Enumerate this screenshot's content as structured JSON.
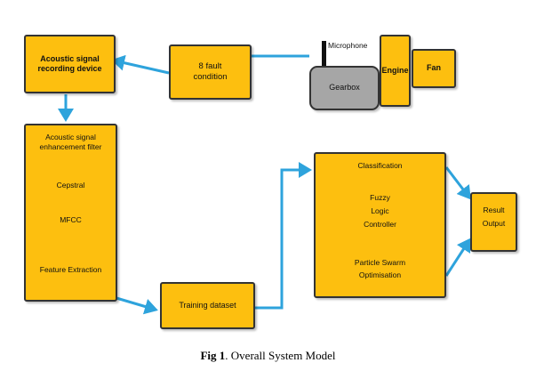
{
  "colors": {
    "box_fill": "#fdbf0f",
    "box_border": "#333333",
    "gearbox_fill": "#a6a6a6",
    "arrow": "#2ea3dc",
    "line": "#2ea3dc",
    "microphone": "#111111"
  },
  "nodes": {
    "acoustic_recording": "Acoustic signal recording device",
    "fault_condition": "8 fault condition",
    "microphone": "Microphone",
    "gearbox": "Gearbox",
    "engine": "Engine",
    "fan": "Fan",
    "enhancement_filter": "Acoustic signal enhancement filter",
    "cepstral": "Cepstral",
    "mfcc": "MFCC",
    "feature_extraction": "Feature Extraction",
    "training_dataset": "Training dataset",
    "classification": "Classification",
    "fuzzy": "Fuzzy",
    "logic": "Logic",
    "controller": "Controller",
    "pso_1": "Particle Swarm",
    "pso_2": "Optimisation",
    "result": "Result",
    "output": "Output"
  },
  "caption": {
    "label": "Fig 1",
    "text": ". Overall System Model"
  }
}
